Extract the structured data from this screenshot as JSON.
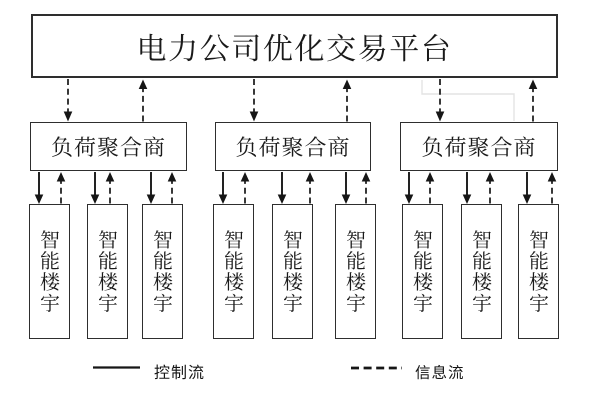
{
  "background": "#ffffff",
  "line_color": "#1a1a1a",
  "diagram": {
    "platform": {
      "label": "电力公司优化交易平台"
    },
    "aggregators": [
      {
        "label": "负荷聚合商"
      },
      {
        "label": "负荷聚合商"
      },
      {
        "label": "负荷聚合商"
      }
    ],
    "buildings": [
      {
        "label": "智能楼宇"
      },
      {
        "label": "智能楼宇"
      },
      {
        "label": "智能楼宇"
      },
      {
        "label": "智能楼宇"
      },
      {
        "label": "智能楼宇"
      },
      {
        "label": "智能楼宇"
      },
      {
        "label": "智能楼宇"
      },
      {
        "label": "智能楼宇"
      },
      {
        "label": "智能楼宇"
      }
    ],
    "edges": [
      {
        "from": "platform",
        "to": "aggregator-1",
        "type": "info",
        "direction": "down"
      },
      {
        "from": "aggregator-1",
        "to": "platform",
        "type": "info",
        "direction": "up"
      },
      {
        "from": "platform",
        "to": "aggregator-2",
        "type": "info",
        "direction": "down"
      },
      {
        "from": "aggregator-2",
        "to": "platform",
        "type": "info",
        "direction": "up"
      },
      {
        "from": "platform",
        "to": "aggregator-3",
        "type": "info",
        "direction": "down"
      },
      {
        "from": "aggregator-3",
        "to": "platform",
        "type": "info",
        "direction": "up"
      },
      {
        "from": "aggregator-1",
        "to": "building-1",
        "type": "control",
        "direction": "down"
      },
      {
        "from": "building-1",
        "to": "aggregator-1",
        "type": "info",
        "direction": "up"
      },
      {
        "from": "aggregator-1",
        "to": "building-2",
        "type": "control",
        "direction": "down"
      },
      {
        "from": "building-2",
        "to": "aggregator-1",
        "type": "info",
        "direction": "up"
      },
      {
        "from": "aggregator-1",
        "to": "building-3",
        "type": "control",
        "direction": "down"
      },
      {
        "from": "building-3",
        "to": "aggregator-1",
        "type": "info",
        "direction": "up"
      },
      {
        "from": "aggregator-2",
        "to": "building-4",
        "type": "control",
        "direction": "down"
      },
      {
        "from": "building-4",
        "to": "aggregator-2",
        "type": "info",
        "direction": "up"
      },
      {
        "from": "aggregator-2",
        "to": "building-5",
        "type": "control",
        "direction": "down"
      },
      {
        "from": "building-5",
        "to": "aggregator-2",
        "type": "info",
        "direction": "up"
      },
      {
        "from": "aggregator-2",
        "to": "building-6",
        "type": "control",
        "direction": "down"
      },
      {
        "from": "building-6",
        "to": "aggregator-2",
        "type": "info",
        "direction": "up"
      },
      {
        "from": "aggregator-3",
        "to": "building-7",
        "type": "control",
        "direction": "down"
      },
      {
        "from": "building-7",
        "to": "aggregator-3",
        "type": "info",
        "direction": "up"
      },
      {
        "from": "aggregator-3",
        "to": "building-8",
        "type": "control",
        "direction": "down"
      },
      {
        "from": "building-8",
        "to": "aggregator-3",
        "type": "info",
        "direction": "up"
      },
      {
        "from": "aggregator-3",
        "to": "building-9",
        "type": "control",
        "direction": "down"
      },
      {
        "from": "building-9",
        "to": "aggregator-3",
        "type": "info",
        "direction": "up"
      }
    ]
  },
  "legend": {
    "control": {
      "style": "solid",
      "label": "控制流"
    },
    "info": {
      "style": "dashed",
      "label": "信息流"
    }
  }
}
